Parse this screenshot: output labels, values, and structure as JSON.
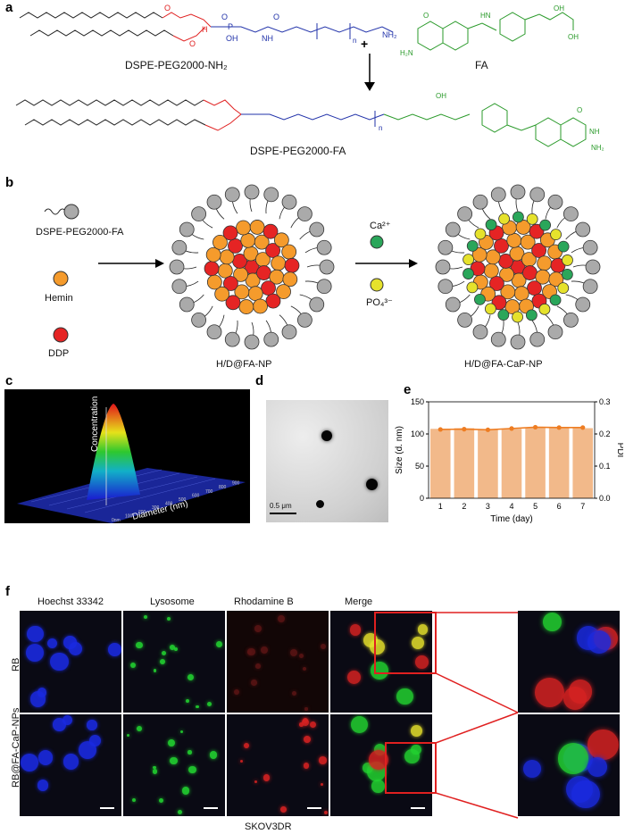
{
  "panels": {
    "a": {
      "letter": "a",
      "compound1": "DSPE-PEG2000-NH₂",
      "compound2": "FA",
      "product": "DSPE-PEG2000-FA",
      "plus": "+",
      "struct_labels": {
        "o": "O",
        "h": "H",
        "p": "P",
        "oh": "OH",
        "n": "n",
        "nh2": "NH₂",
        "hn": "HN",
        "nh": "NH",
        "h2n": "H₂N",
        "n_atom": "N"
      }
    },
    "b": {
      "letter": "b",
      "legend": [
        "DSPE-PEG2000-FA",
        "Hemin",
        "DDP"
      ],
      "np1": "H/D@FA-NP",
      "np2": "H/D@FA-CaP-NP",
      "ion1": "Ca²⁺",
      "ion2": "PO₄³⁻"
    },
    "c": {
      "letter": "c",
      "z_label": "Concentration",
      "x_label": "Diameter (nm)",
      "ticks": [
        "0nm",
        "100",
        "200",
        "300",
        "400",
        "500",
        "600",
        "700",
        "800",
        "900"
      ]
    },
    "d": {
      "letter": "d",
      "scale": "0.5 μm"
    },
    "e": {
      "letter": "e",
      "chart_data": {
        "type": "bar",
        "categories": [
          "1",
          "2",
          "3",
          "4",
          "5",
          "6",
          "7"
        ],
        "series": [
          {
            "values": [
              108,
              109,
              107,
              108,
              110,
              110,
              109
            ]
          },
          {
            "values": [
              0.214,
              0.215,
              0.213,
              0.217,
              0.221,
              0.22,
              0.22
            ]
          }
        ],
        "xlabel": "Time (day)",
        "ylabel": "Size (d. nm)",
        "y2label": "PDI",
        "ylim": [
          0,
          150
        ],
        "y2lim": [
          0,
          0.3
        ],
        "yticks": [
          "0",
          "50",
          "100",
          "150"
        ],
        "y2ticks": [
          "0.0",
          "0.1",
          "0.2",
          "0.3"
        ],
        "bar_color": "#f2b98a",
        "line_color": "#ee7d22"
      }
    },
    "f": {
      "letter": "f",
      "columns": [
        "Hoechst 33342",
        "Lysosome",
        "Rhodamine B",
        "Merge"
      ],
      "rows": [
        "RB",
        "RB@FA-CaP-NPs"
      ],
      "cell_line": "SKOV3DR"
    }
  }
}
